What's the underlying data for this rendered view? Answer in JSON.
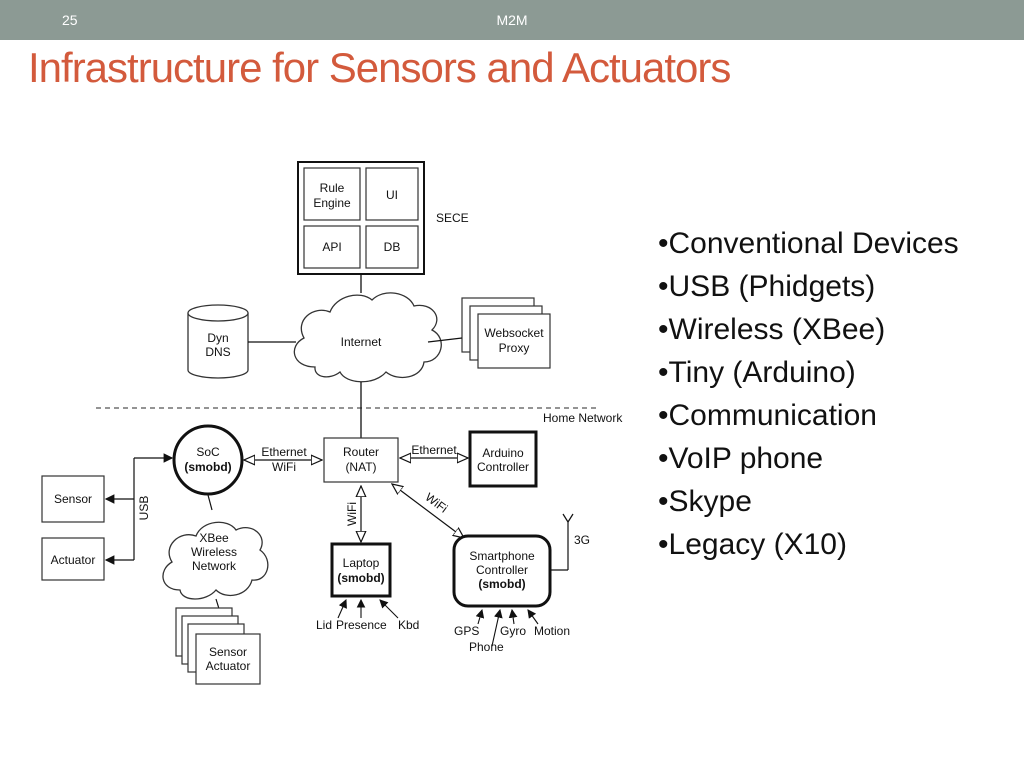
{
  "header": {
    "slide_number": "25",
    "footer_title": "M2M"
  },
  "title": "Infrastructure for Sensors and Actuators",
  "diagram": {
    "sece": {
      "label": "SECE",
      "cells": {
        "rule_engine_l1": "Rule",
        "rule_engine_l2": "Engine",
        "ui": "UI",
        "api": "API",
        "db": "DB"
      }
    },
    "internet": "Internet",
    "dyn_dns_l1": "Dyn",
    "dyn_dns_l2": "DNS",
    "websocket_l1": "Websocket",
    "websocket_l2": "Proxy",
    "home_network": "Home Network",
    "soc_l1": "SoC",
    "soc_l2": "(smobd)",
    "link_soc_router_l1": "Ethernet",
    "link_soc_router_l2": "WiFi",
    "router_l1": "Router",
    "router_l2": "(NAT)",
    "link_router_arduino": "Ethernet",
    "arduino_l1": "Arduino",
    "arduino_l2": "Controller",
    "sensor": "Sensor",
    "actuator": "Actuator",
    "usb": "USB",
    "xbee_l1": "XBee",
    "xbee_l2": "Wireless",
    "xbee_l3": "Network",
    "sensor_actuator_l1": "Sensor",
    "sensor_actuator_l2": "Actuator",
    "wifi_laptop": "WiFi",
    "wifi_smartphone": "WiFi",
    "laptop_l1": "Laptop",
    "laptop_l2": "(smobd)",
    "laptop_inputs": {
      "lid": "Lid",
      "presence": "Presence",
      "kbd": "Kbd"
    },
    "smartphone_l1": "Smartphone",
    "smartphone_l2": "Controller",
    "smartphone_l3": "(smobd)",
    "three_g": "3G",
    "phone_inputs": {
      "gps": "GPS",
      "gyro": "Gyro",
      "motion": "Motion",
      "phone": "Phone"
    }
  },
  "bullets": [
    "Conventional Devices",
    "USB (Phidgets)",
    "Wireless (XBee)",
    "Tiny (Arduino)",
    "Communication",
    "VoIP phone",
    "Skype",
    "Legacy (X10)"
  ]
}
